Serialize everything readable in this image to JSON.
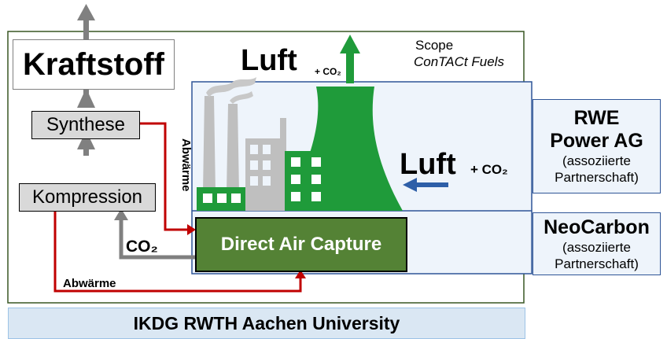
{
  "title": "Kraftstoff",
  "synthese": "Synthese",
  "kompression": "Kompression",
  "dac": "Direct Air Capture",
  "luft_top": "Luft",
  "luft_top_co2": "+ CO₂",
  "luft_right": "Luft",
  "luft_right_co2": "+ CO₂",
  "co2_label": "CO₂",
  "abwaerme_vertical": "Abwärme",
  "abwaerme_bottom": "Abwärme",
  "scope_label": "Scope",
  "scope_name": "ConTACt Fuels",
  "partners": [
    {
      "name_line1": "RWE",
      "name_line2": "Power AG",
      "note_line1": "(assoziierte",
      "note_line2": "Partnerschaft)"
    },
    {
      "name_line1": "NeoCarbon",
      "name_line2": "",
      "note_line1": "(assoziierte",
      "note_line2": "Partnerschaft)"
    }
  ],
  "footer": "IKDG RWTH Aachen University",
  "colors": {
    "green": "#548235",
    "tower_green": "#1f9b3a",
    "red": "#c00000",
    "blue": "#2e5fa8",
    "gray_arrow": "#808080",
    "outer_border": "#385723"
  }
}
